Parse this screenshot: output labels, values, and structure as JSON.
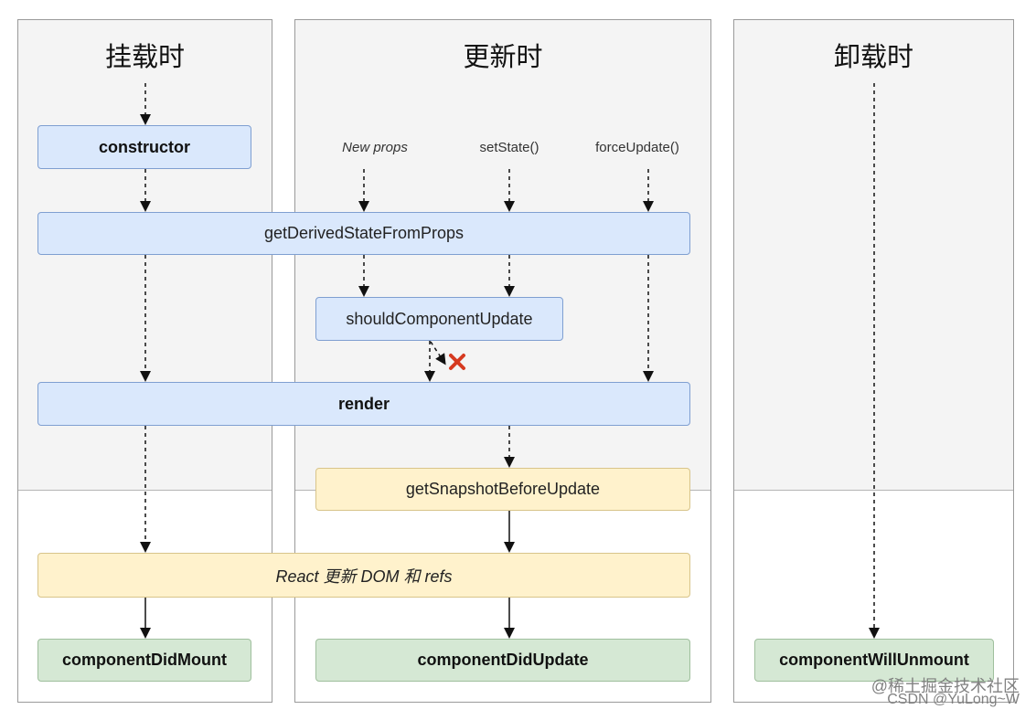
{
  "sections": {
    "mount": "挂载时",
    "update": "更新时",
    "unmount": "卸载时"
  },
  "nodes": {
    "constructor": "constructor",
    "getDerivedStateFromProps": "getDerivedStateFromProps",
    "shouldComponentUpdate": "shouldComponentUpdate",
    "render": "render",
    "getSnapshotBeforeUpdate": "getSnapshotBeforeUpdate",
    "react_update_dom": "React 更新 DOM 和 refs",
    "componentDidMount": "componentDidMount",
    "componentDidUpdate": "componentDidUpdate",
    "componentWillUnmount": "componentWillUnmount"
  },
  "triggers": {
    "new_props": "New props",
    "set_state": "setState()",
    "force_update": "forceUpdate()"
  },
  "watermark": {
    "line1": "@稀土掘金技术社区",
    "line2": "CSDN @YuLong~W"
  },
  "colors": {
    "blue_fill": "#dae8fc",
    "blue_border": "#7f9fd1",
    "yellow_fill": "#fff2cc",
    "yellow_border": "#d8c48a",
    "green_fill": "#d5e8d4",
    "green_border": "#9fbf9d",
    "reject_mark": "#d63a20"
  },
  "icons": {
    "reject": "red-x-icon"
  }
}
